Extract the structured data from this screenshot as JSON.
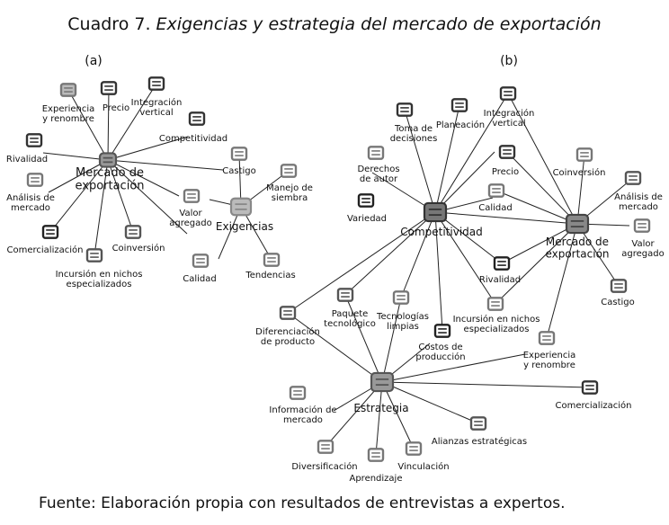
{
  "title": {
    "prefix": "Cuadro 7. ",
    "main": "Exigencias y estrategia del mercado de exportación"
  },
  "source": "Fuente: Elaboración propia con resultados de entrevistas a expertos.",
  "panels": {
    "a": {
      "label": "(a)",
      "nodes": {
        "hub_mercado": "Mercado de\nexportación",
        "hub_exigencias": "Exigencias",
        "experiencia": "Experiencia\ny renombre",
        "precio": "Precio",
        "integracion": "Integración\nvertical",
        "competitividad": "Competitividad",
        "rivalidad": "Rivalidad",
        "castigo": "Castigo",
        "manejo": "Manejo de\nsiembra",
        "analisis": "Análisis de\nmercado",
        "valor": "Valor\nagregado",
        "comercializacion": "Comercialización",
        "coinversion": "Coinversión",
        "incursion": "Incursión en nichos\nespecializados",
        "calidad": "Calidad",
        "tendencias": "Tendencias"
      }
    },
    "b": {
      "label": "(b)",
      "nodes": {
        "hub_competitividad": "Competitividad",
        "hub_mercado": "Mercado de\nexportación",
        "hub_estrategia": "Estrategia",
        "toma": "Toma de\ndecisiones",
        "planeacion": "Planeación",
        "integracion": "Integración\nvertical",
        "derechos": "Derechos\nde autor",
        "precio": "Precio",
        "coinversion": "Coinversión",
        "analisis": "Análisis de\nmercado",
        "variedad": "Variedad",
        "calidad": "Calidad",
        "valor": "Valor\nagregado",
        "castigo": "Castigo",
        "rivalidad": "Rivalidad",
        "incursion": "Incursión en nichos\nespecializados",
        "paquete": "Paquete\ntecnológico",
        "tecnologias": "Tecnologías\nlimpias",
        "diferenciacion": "Diferenciación\nde producto",
        "costos": "Costos de\nproducción",
        "experiencia": "Experiencia\ny renombre",
        "informacion": "Información de\nmercado",
        "comercializacion": "Comercialización",
        "alianzas": "Alianzas estratégicas",
        "diversificacion": "Diversificación",
        "aprendizaje": "Aprendizaje",
        "vinculacion": "Vinculación"
      }
    }
  }
}
